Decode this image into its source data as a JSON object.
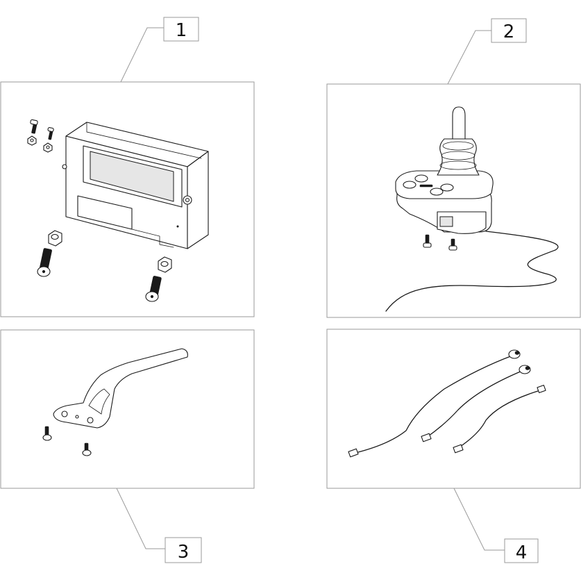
{
  "callouts": [
    {
      "id": "1",
      "label": "1"
    },
    {
      "id": "2",
      "label": "2"
    },
    {
      "id": "3",
      "label": "3"
    },
    {
      "id": "4",
      "label": "4"
    }
  ],
  "icons": {
    "panel1": "controller-module-with-bolts-icon",
    "panel2": "joystick-control-unit-icon",
    "panel3": "mounting-bracket-icon",
    "panel4": "connection-cables-icon"
  }
}
